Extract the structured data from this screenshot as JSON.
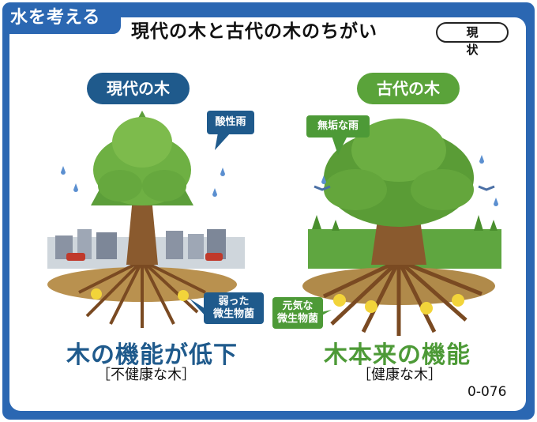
{
  "header": {
    "tab_label": "水を考える",
    "title": "現代の木と古代の木のちがい",
    "badge": "現 状"
  },
  "modern": {
    "label": "現代の木",
    "rain_bubble": "酸性雨",
    "microbe_bubble_line1": "弱った",
    "microbe_bubble_line2": "微生物菌",
    "heading": "木の機能が低下",
    "subheading": "［不健康な木］"
  },
  "ancient": {
    "label": "古代の木",
    "rain_bubble": "無垢な雨",
    "microbe_bubble_line1": "元気な",
    "microbe_bubble_line2": "微生物菌",
    "heading": "木本来の機能",
    "subheading": "［健康な木］"
  },
  "footer": {
    "code": "0-076"
  },
  "colors": {
    "frame": "#2b67b2",
    "modern": "#1f5a8c",
    "ancient": "#4d9a37"
  }
}
